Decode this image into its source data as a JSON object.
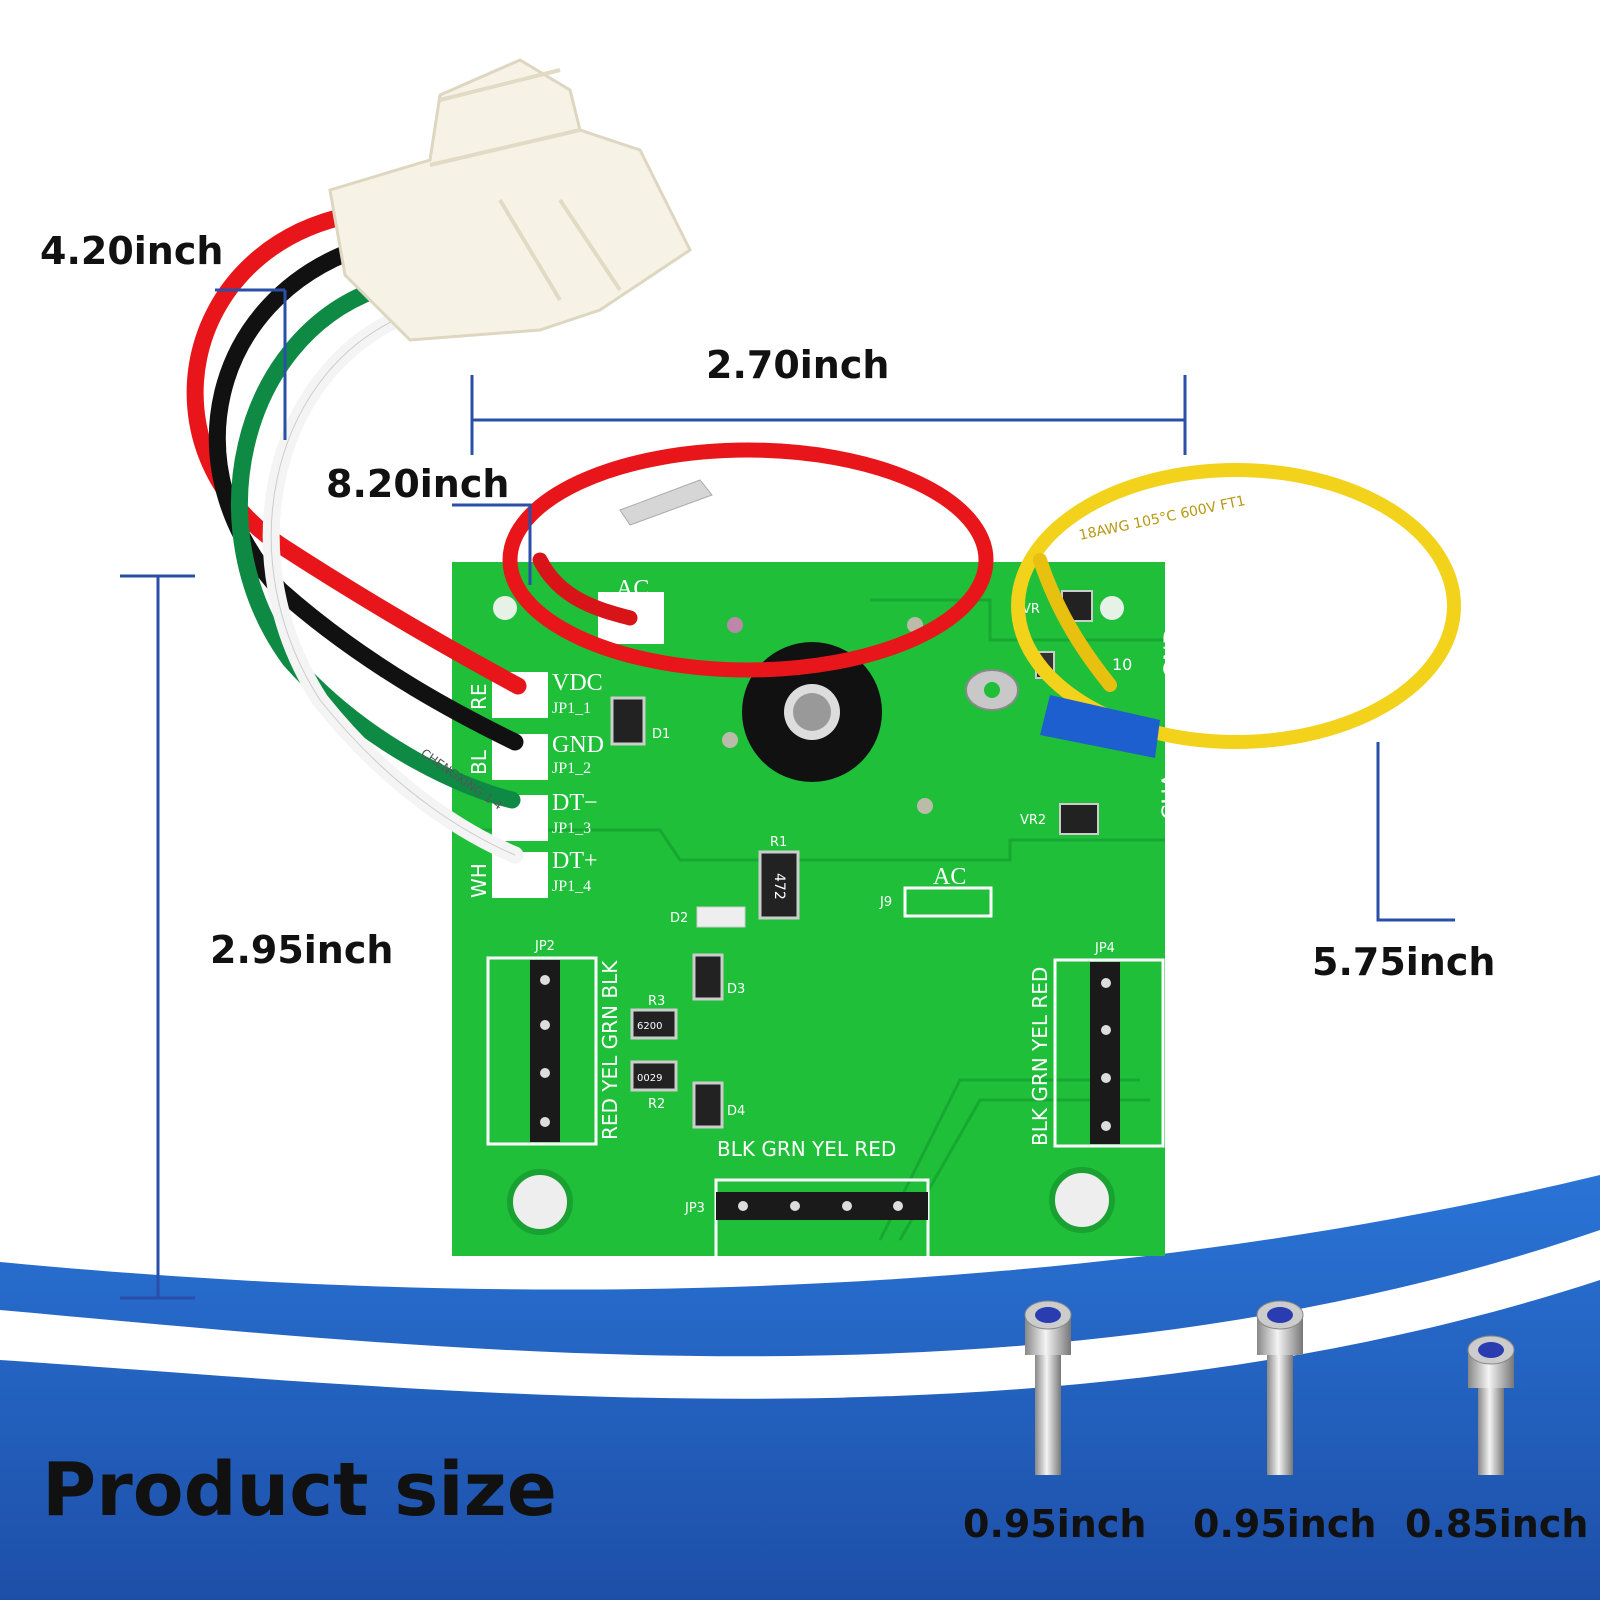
{
  "dimensions": {
    "harness_length": "4.20inch",
    "board_width": "2.70inch",
    "red_wire_length": "8.20inch",
    "board_height": "2.95inch",
    "yellow_wire_length": "5.75inch"
  },
  "pcb": {
    "labels": {
      "ac_top": "AC",
      "vdc": "VDC",
      "jp1_1": "JP1_1",
      "gnd": "GND",
      "jp1_2": "JP1_2",
      "dt_minus": "DT−",
      "jp1_3": "JP1_3",
      "dt_plus": "DT+",
      "jp1_4": "JP1_4",
      "d1": "D1",
      "r1": "R1",
      "r1_value": "472",
      "d2": "D2",
      "ac_j9": "AC",
      "j9": "J9",
      "vr1": "VR",
      "vr2": "VR2",
      "gnd_side": "GND",
      "cha": "CHA",
      "j10": "10",
      "jp2": "JP2",
      "jp2_colors": "RED YEL GRN BLK",
      "r3": "R3",
      "r3_value": "6200",
      "d3": "D3",
      "r2": "R2",
      "r2_value": "0029",
      "d4": "D4",
      "jp3": "JP3",
      "jp3_colors": "BLK GRN YEL RED",
      "jp4": "JP4",
      "jp4_colors": "BLK GRN YEL RED",
      "wire_red": "RE",
      "wire_blk": "BL",
      "wire_wht": "WH"
    },
    "board_color": "#1fbf3a"
  },
  "wire_print": {
    "white": "CHENGXING 1 4",
    "yellow": "18AWG 105°C 600V FT1"
  },
  "footer": {
    "title": "Product size",
    "screws": [
      "0.95inch",
      "0.95inch",
      "0.85inch"
    ],
    "band_color": "#1f5fc0"
  }
}
